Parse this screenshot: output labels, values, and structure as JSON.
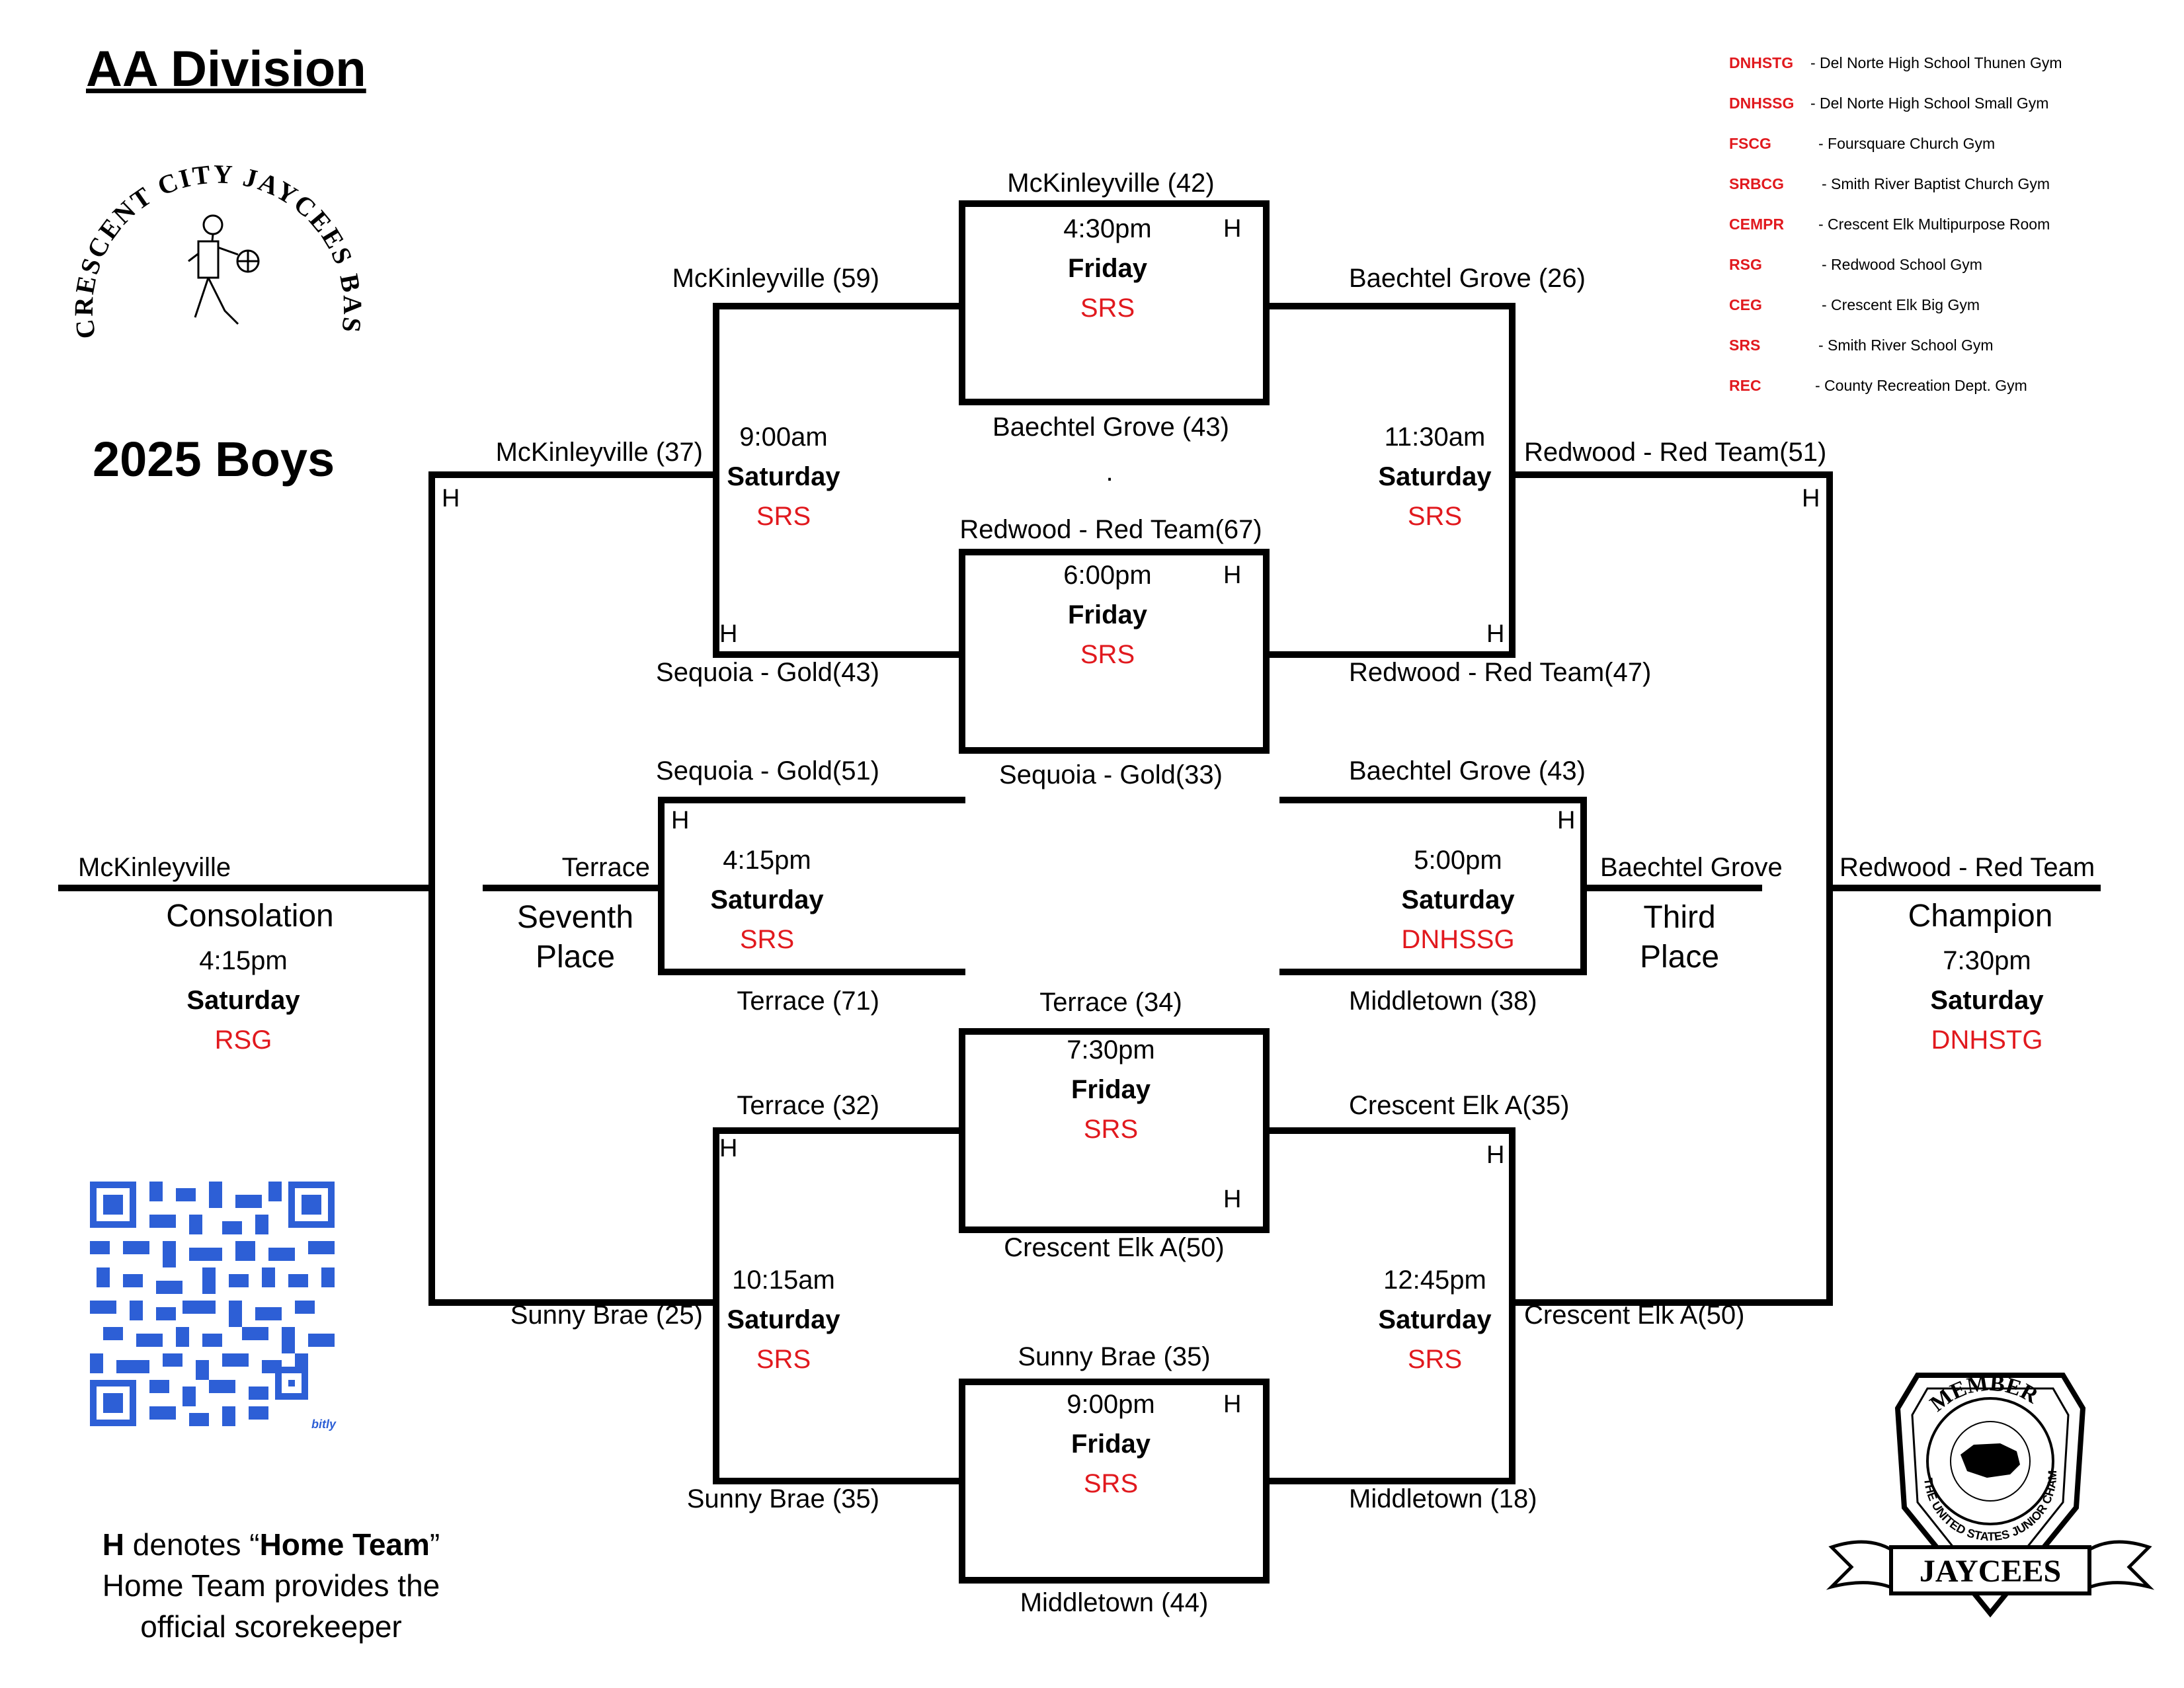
{
  "header": {
    "division": "AA Division",
    "year": "2025 Boys",
    "logo_text": "CRESCENT CITY JAYCEES BASKETBALL TOURNAMENT"
  },
  "legend": [
    {
      "code": "DNHSTG",
      "desc": "- Del Norte High School Thunen Gym"
    },
    {
      "code": "DNHSSG",
      "desc": "- Del Norte High School Small Gym"
    },
    {
      "code": "FSCG",
      "desc": "- Foursquare Church Gym"
    },
    {
      "code": "SRBCG",
      "desc": "- Smith River Baptist Church Gym"
    },
    {
      "code": "CEMPR",
      "desc": "- Crescent Elk Multipurpose Room"
    },
    {
      "code": "RSG",
      "desc": "- Redwood School Gym"
    },
    {
      "code": "CEG",
      "desc": "- Crescent Elk Big Gym"
    },
    {
      "code": "SRS",
      "desc": "- Smith River School Gym"
    },
    {
      "code": "REC",
      "desc": "- County Recreation Dept. Gym"
    }
  ],
  "home_marker": "H",
  "teams": {
    "g1_top": "McKinleyville (42)",
    "g1_bottom": "Baechtel Grove (43)",
    "g1_dot": ".",
    "g2_top": "Redwood  - Red Team(67)",
    "g2_bottom": "Sequoia  - Gold(33)",
    "g3_top": "Terrace (34)",
    "g3_bottom": "Crescent Elk  A(50)",
    "g4_top": "Sunny Brae (35)",
    "g4_bottom": "Middletown (44)",
    "l_top1": "McKinleyville (59)",
    "l_top2": "Sequoia  - Gold(43)",
    "l_bot1": "Terrace (32)",
    "l_bot2": "Sunny Brae (35)",
    "r_top1": "Baechtel Grove (26)",
    "r_top2": "Redwood  - Red Team(47)",
    "r_bot1": "Crescent Elk  A(35)",
    "r_bot2": "Middletown (18)",
    "cons_top": "McKinleyville (37)",
    "cons_bot": "Sunny Brae (25)",
    "champ_top": "Redwood  - Red Team(51)",
    "champ_bot": "Crescent Elk  A(50)",
    "seventh_top": "Sequoia  - Gold(51)",
    "seventh_bot": "Terrace (71)",
    "third_top": "Baechtel Grove (43)",
    "third_bot": "Middletown (38)",
    "consolation_winner": "McKinleyville",
    "seventh_winner": "Terrace",
    "third_winner": "Baechtel Grove",
    "champion_winner": "Redwood  - Red Team"
  },
  "games": {
    "g1": {
      "time": "4:30pm",
      "day": "Friday",
      "site": "SRS"
    },
    "g2": {
      "time": "6:00pm",
      "day": "Friday",
      "site": "SRS"
    },
    "g3": {
      "time": "7:30pm",
      "day": "Friday",
      "site": "SRS"
    },
    "g4": {
      "time": "9:00pm",
      "day": "Friday",
      "site": "SRS"
    },
    "semi_lt": {
      "time": "9:00am",
      "day": "Saturday",
      "site": "SRS"
    },
    "semi_lb": {
      "time": "10:15am",
      "day": "Saturday",
      "site": "SRS"
    },
    "semi_rt": {
      "time": "11:30am",
      "day": "Saturday",
      "site": "SRS"
    },
    "semi_rb": {
      "time": "12:45pm",
      "day": "Saturday",
      "site": "SRS"
    },
    "seventh": {
      "time": "4:15pm",
      "day": "Saturday",
      "site": "SRS"
    },
    "third": {
      "time": "5:00pm",
      "day": "Saturday",
      "site": "DNHSSG"
    },
    "consolation": {
      "time": "4:15pm",
      "day": "Saturday",
      "site": "RSG"
    },
    "champion": {
      "time": "7:30pm",
      "day": "Saturday",
      "site": "DNHSTG"
    }
  },
  "titles": {
    "consolation": "Consolation",
    "seventh_1": "Seventh",
    "seventh_2": "Place",
    "third_1": "Third",
    "third_2": "Place",
    "champion": "Champion"
  },
  "note": {
    "h": "H",
    "line1_mid": " denotes “",
    "home_team": "Home Team",
    "line1_end": "”",
    "line2": "Home Team provides the",
    "line3": "official scorekeeper"
  },
  "badge": {
    "member": "MEMBER",
    "org": "THE UNITED STATES JUNIOR CHAMBER OF COMMERCE",
    "name": "JAYCEES"
  },
  "qr": {
    "brand": "bitly"
  }
}
